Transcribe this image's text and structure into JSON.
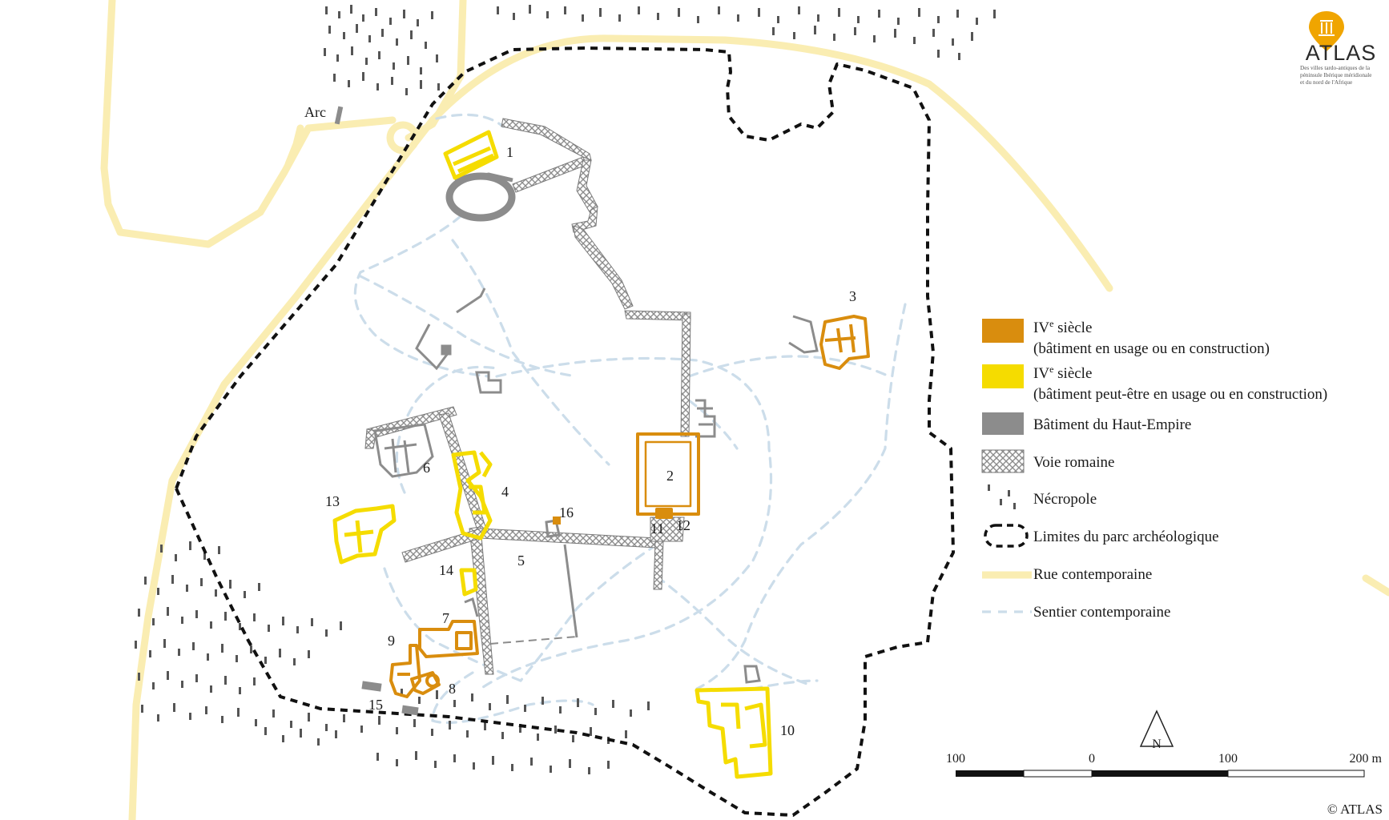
{
  "logo": {
    "title": "ATLAS",
    "subtitle_lines": [
      "Des villes tardo-antiques de la",
      "péninsule Ibérique méridionale",
      "et du nord de l'Afrique"
    ]
  },
  "copyright": "© ATLAS",
  "colors": {
    "orange": "#D98D0E",
    "yellow": "#F5DC00",
    "gray": "#8C8C8C",
    "road": "#FAEDB2",
    "path": "#CCDDEA",
    "black": "#111111"
  },
  "map_labels": {
    "arc": "Arc",
    "n1": "1",
    "n2": "2",
    "n3": "3",
    "n4": "4",
    "n5": "5",
    "n6": "6",
    "n7": "7",
    "n8": "8",
    "n9": "9",
    "n10": "10",
    "n11": "11",
    "n12": "12",
    "n13": "13",
    "n14": "14",
    "n15": "15",
    "n16": "16"
  },
  "legend": {
    "item1_title_base": "IV",
    "item1_title_sup": "e",
    "item1_title_rest": " siècle",
    "item1_sub": "(bâtiment en usage ou en construction)",
    "item2_title_base": "IV",
    "item2_title_sup": "e",
    "item2_title_rest": " siècle",
    "item2_sub": "(bâtiment peut-être en usage ou en construction)",
    "item3": "Bâtiment du Haut-Empire",
    "item4": "Voie romaine",
    "item5": "Nécropole",
    "item6": "Limites du parc archéologique",
    "item7": "Rue contemporaine",
    "item8": "Sentier contemporaine",
    "icons": [
      "orange-swatch",
      "yellow-swatch",
      "gray-swatch",
      "crosshatch-swatch",
      "necropolis-marks",
      "dashed-boundary-loop",
      "road-line",
      "dashed-path-line"
    ]
  },
  "scale": {
    "labels": [
      "100",
      "0",
      "100",
      "200 m"
    ]
  },
  "north": {
    "letter": "N"
  }
}
